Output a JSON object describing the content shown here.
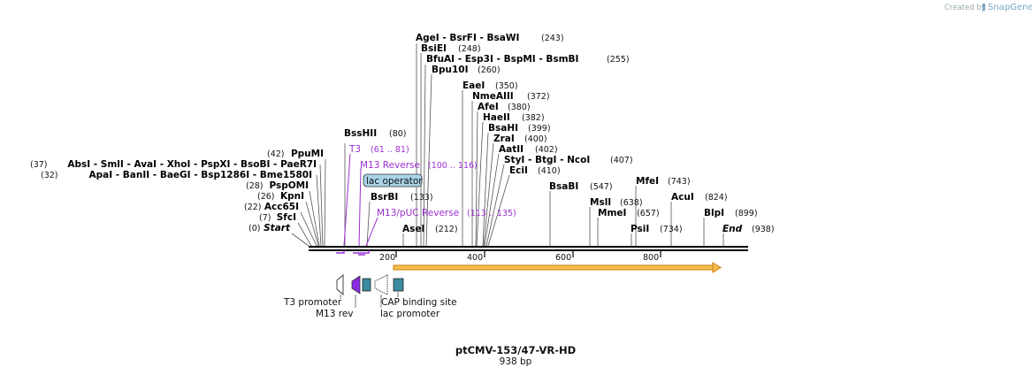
{
  "credit": {
    "prefix": "Created by",
    "brand": "SnapGene"
  },
  "map": {
    "name": "ptCMV-153/47-VR-HD",
    "length_label": "938 bp",
    "length": 938
  },
  "ticks": [
    "200",
    "400",
    "600",
    "800"
  ],
  "enzyme_rows": [
    {
      "text": "AgeI  - BsrFI  - BsaWI",
      "pos": "(243)"
    },
    {
      "text": "BsiEI",
      "pos": "(248)"
    },
    {
      "text": "BfuAI  - Esp3I  - BspMI  - BsmBI",
      "pos": "(255)"
    },
    {
      "text": "Bpu10I",
      "pos": "(260)"
    },
    {
      "text": "EaeI",
      "pos": "(350)"
    },
    {
      "text": "NmeAIII",
      "pos": "(372)"
    },
    {
      "text": "AfeI",
      "pos": "(380)"
    },
    {
      "text": "HaeII",
      "pos": "(382)"
    },
    {
      "text": "BsaHI",
      "pos": "(399)"
    },
    {
      "text": "ZraI",
      "pos": "(400)"
    },
    {
      "text": "AatII",
      "pos": "(402)"
    },
    {
      "text": "StyI  - BtgI  - NcoI",
      "pos": "(407)"
    },
    {
      "text": "EciI",
      "pos": "(410)"
    },
    {
      "text": "BssHII",
      "pos": "(80)"
    },
    {
      "text": "PpuMI",
      "pos": "(42)"
    },
    {
      "text": "AbsI  - SmlI  - AvaI  - XhoI  - PspXI  - BsoBI  - PaeR7I",
      "pos": "(37)"
    },
    {
      "text": "ApaI  - BanII  - BaeGI  - Bsp1286I  - Bme1580I",
      "pos": "(32)"
    },
    {
      "text": "PspOMI",
      "pos": "(28)"
    },
    {
      "text": "KpnI",
      "pos": "(26)"
    },
    {
      "text": "Acc65I",
      "pos": "(22)"
    },
    {
      "text": "SfcI",
      "pos": "(7)"
    },
    {
      "text": "Start",
      "pos": "(0)"
    },
    {
      "text": "BsrBI",
      "pos": "(133)"
    },
    {
      "text": "AseI",
      "pos": "(212)"
    },
    {
      "text": "BsaBI",
      "pos": "(547)"
    },
    {
      "text": "MslI",
      "pos": "(638)"
    },
    {
      "text": "MmeI",
      "pos": "(657)"
    },
    {
      "text": "MfeI",
      "pos": "(743)"
    },
    {
      "text": "PsiI",
      "pos": "(734)"
    },
    {
      "text": "AcuI",
      "pos": "(824)"
    },
    {
      "text": "BlpI",
      "pos": "(899)"
    },
    {
      "text": "End",
      "pos": "(938)"
    }
  ],
  "primers": [
    {
      "name": "T3",
      "range": "(61 .. 81)"
    },
    {
      "name": "M13 Reverse",
      "range": "(100 .. 116)"
    },
    {
      "name": "M13/pUC Reverse",
      "range": "(113 .. 135)"
    }
  ],
  "lac_operator": "lac operator",
  "features": [
    {
      "name": "T3 promoter"
    },
    {
      "name": "M13 rev"
    },
    {
      "name": "lac promoter"
    },
    {
      "name": "CAP binding site"
    }
  ],
  "colors": {
    "primer": "#9b30d0",
    "lac_operator": "#a8d3e6",
    "cap_site": "#3b8aa0",
    "orf_fill": "#f5c04a",
    "orf_stroke": "#d07a10",
    "m13rev": "#8a2be2"
  }
}
